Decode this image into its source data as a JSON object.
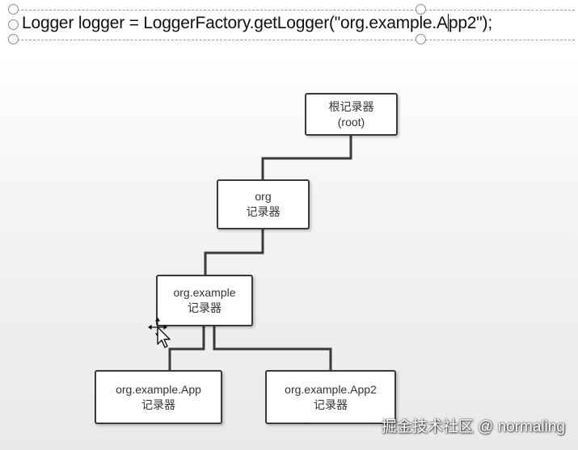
{
  "code": {
    "before_caret": "Logger logger = LoggerFactory.getLogger(\"org.example.A",
    "after_caret": "pp2\");"
  },
  "tree": {
    "root": {
      "line1": "根记录器",
      "line2": "(root)"
    },
    "org": {
      "line1": "org",
      "line2": "记录器"
    },
    "org_example": {
      "line1": "org.example",
      "line2": "记录器"
    },
    "app": {
      "line1": "org.example.App",
      "line2": "记录器"
    },
    "app2": {
      "line1": "org.example.App2",
      "line2": "记录器"
    }
  },
  "watermark": "掘金技术社区 @ normaling",
  "icons": [
    "text-caret-icon",
    "move-cursor-icon",
    "arrow-pointer-icon"
  ],
  "colors": {
    "node_border": "#3a3a3a",
    "connector": "#3a3a3a",
    "code_text": "#111111",
    "node_text": "#333333"
  }
}
